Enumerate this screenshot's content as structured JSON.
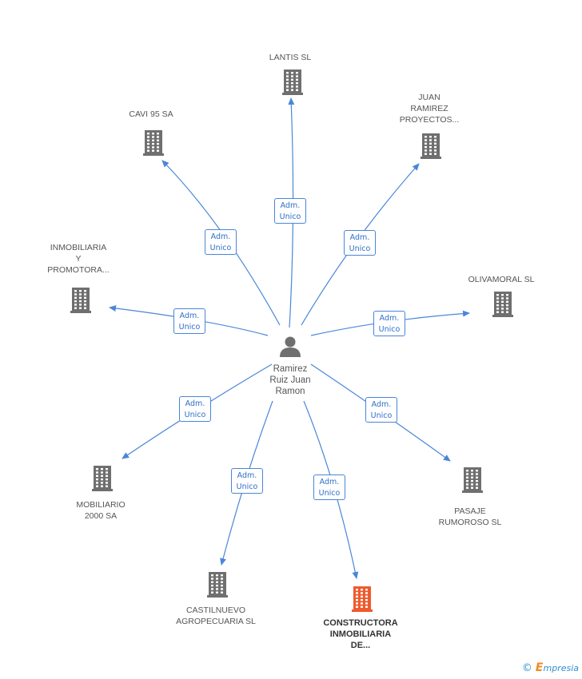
{
  "colors": {
    "edge": "#4a86d8",
    "building": "#6f6f6f",
    "building_highlight": "#ee5a2e",
    "person": "#6f6f6f",
    "badge_text": "#2f6ec7"
  },
  "center": {
    "icon": "person-icon",
    "name": "Ramirez\nRuiz Juan\nRamon"
  },
  "relation_label": "Adm.\nUnico",
  "companies": [
    {
      "id": "lantis",
      "name": "LANTIS SL",
      "icon": "building-icon",
      "highlight": false
    },
    {
      "id": "juan-ramirez",
      "name": "JUAN\nRAMIREZ\nPROYECTOS...",
      "icon": "building-icon",
      "highlight": false
    },
    {
      "id": "olivamoral",
      "name": "OLIVAMORAL SL",
      "icon": "building-icon",
      "highlight": false
    },
    {
      "id": "pasaje",
      "name": "PASAJE\nRUMOROSO SL",
      "icon": "building-icon",
      "highlight": false
    },
    {
      "id": "constructora",
      "name": "CONSTRUCTORA\nINMOBILIARIA\nDE...",
      "icon": "building-icon",
      "highlight": true
    },
    {
      "id": "castilnuevo",
      "name": "CASTILNUEVO\nAGROPECUARIA SL",
      "icon": "building-icon",
      "highlight": false
    },
    {
      "id": "mobiliario",
      "name": "MOBILIARIO\n2000 SA",
      "icon": "building-icon",
      "highlight": false
    },
    {
      "id": "inmobiliaria",
      "name": "INMOBILIARIA\nY\nPROMOTORA...",
      "icon": "building-icon",
      "highlight": false
    },
    {
      "id": "cavi",
      "name": "CAVI 95 SA",
      "icon": "building-icon",
      "highlight": false
    }
  ],
  "edges": [
    {
      "to": "lantis",
      "label": "Adm.\nUnico"
    },
    {
      "to": "juan-ramirez",
      "label": "Adm.\nUnico"
    },
    {
      "to": "olivamoral",
      "label": "Adm.\nUnico"
    },
    {
      "to": "pasaje",
      "label": "Adm.\nUnico"
    },
    {
      "to": "constructora",
      "label": "Adm.\nUnico"
    },
    {
      "to": "castilnuevo",
      "label": "Adm.\nUnico"
    },
    {
      "to": "mobiliario",
      "label": "Adm.\nUnico"
    },
    {
      "to": "inmobiliaria",
      "label": "Adm.\nUnico"
    },
    {
      "to": "cavi",
      "label": "Adm.\nUnico"
    }
  ],
  "footer": {
    "copyright": "©",
    "brand_initial": "E",
    "brand_rest": "mpresia"
  }
}
